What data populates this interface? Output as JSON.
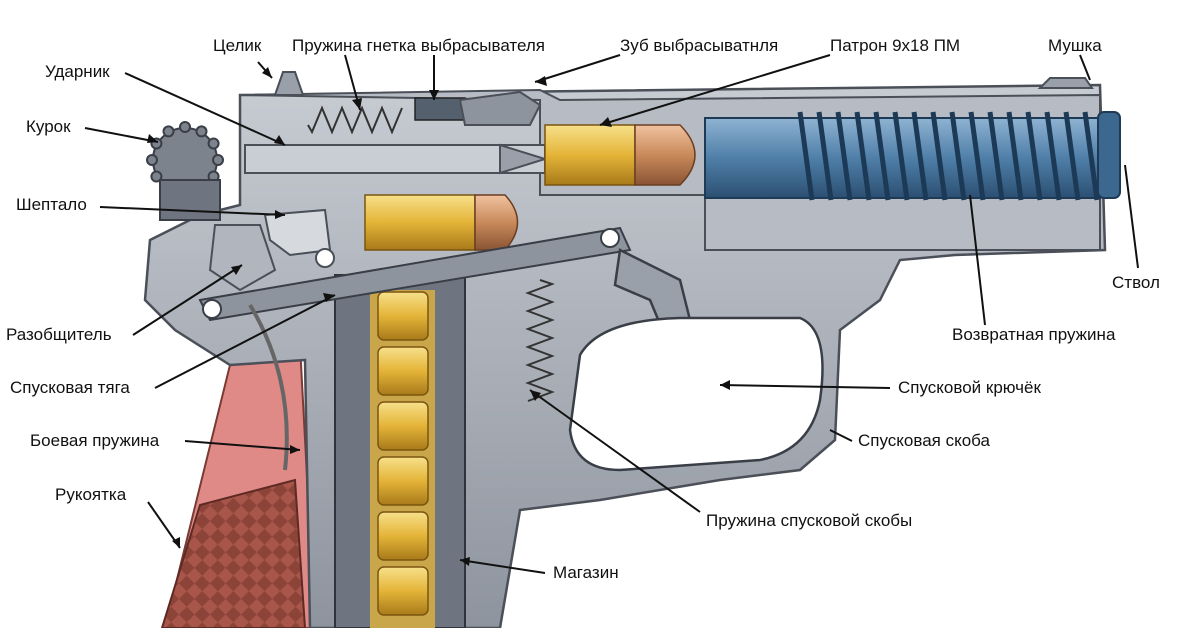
{
  "labels": {
    "celik": "Целик",
    "pruzhina_gnetka": "Пружина гнетка выбрасывателя",
    "zub": "Зуб выбрасыватнля",
    "patron": "Патрон 9х18 ПМ",
    "mushka": "Мушка",
    "udarnik": "Ударник",
    "kurok": "Курок",
    "sheptalo": "Шептало",
    "razobshchitel": "Разобщитель",
    "spuskovaya_tyaga": "Спусковая тяга",
    "boevaya_pruzhina": "Боевая пружина",
    "rukoyatka": "Рукоятка",
    "stvol": "Ствол",
    "vozvratnaya_pruzhina": "Возвратная пружина",
    "spuskovoy_kryuchek": "Спусковой крючёк",
    "spuskovaya_skoba": "Спусковая скоба",
    "pruzhina_spuskovoy_skoby": "Пружина спусковой скобы",
    "magazin": "Магазин"
  },
  "colors": {
    "steel": "#a8adb6",
    "steel_dark": "#6f7580",
    "barrel_blue": "#4f7fa8",
    "spring_blue": "#2f5f8a",
    "brass": "#e4b438",
    "bullet": "#c98a5a",
    "grip_red": "#c9574f",
    "grip_pink": "#e08a88",
    "line": "#111111"
  }
}
